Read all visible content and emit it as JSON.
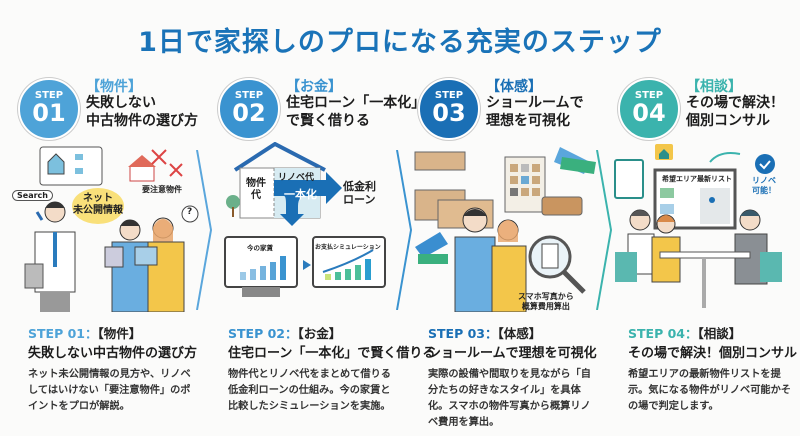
{
  "title": "1日で家探しのプロになる充実のステップ",
  "colors": {
    "title": "#1a73b8",
    "step1": "#4ea3d8",
    "step2": "#3a93d0",
    "step3": "#1a6fb5",
    "step4": "#3bb3ad"
  },
  "steps": [
    {
      "step": "STEP",
      "num": "01",
      "category": "【物件】",
      "heading_line1": "失敗しない",
      "heading_line2": "中古物件の選び方",
      "summary_label": "STEP 01：",
      "summary_heading": "失敗しない中古物件の選び方",
      "description": "ネット未公開情報の見方や、リノベしてはいけない「要注意物件」のポイントをプロが解説。",
      "illus": {
        "search": "Search",
        "bubble_line1": "ネット",
        "bubble_line2": "未公開情報",
        "warning": "要注意物件",
        "question": "?"
      }
    },
    {
      "step": "STEP",
      "num": "02",
      "category": "【お金】",
      "heading_line1": "住宅ローン「一本化」",
      "heading_line2": "で賢く借りる",
      "summary_label": "STEP 02：",
      "summary_heading": "住宅ローン「一本化」で賢く借りる",
      "description": "物件代とリノベ代をまとめて借りる低金利ローンの仕組み。今の家賃と比較したシミュレーションを実施。",
      "illus": {
        "property_line1": "物件",
        "property_line2": "代",
        "renovation": "リノベ代",
        "unify": "一本化",
        "loan_line1": "低金利",
        "loan_line2": "ローン",
        "rent": "今の家賃",
        "simulation": "お支払シミュレーション"
      }
    },
    {
      "step": "STEP",
      "num": "03",
      "category": "【体感】",
      "heading_line1": "ショールームで",
      "heading_line2": "理想を可視化",
      "summary_label": "STEP 03：",
      "summary_heading": "ショールームで理想を可視化",
      "description": "実際の設備や間取りを見ながら「自分たちの好きなスタイル」を具体化。スマホの物件写真から概算リノベ費用を算出。",
      "illus": {
        "phone_line1": "スマホ写真から",
        "phone_line2": "概算費用算出"
      }
    },
    {
      "step": "STEP",
      "num": "04",
      "category": "【相談】",
      "heading_line1": "その場で解決！",
      "heading_line2": "個別コンサル",
      "summary_label": "STEP 04：",
      "summary_heading": "その場で解決！個別コンサル",
      "description": "希望エリアの最新物件リストを提示。気になる物件がリノベ可能かその場で判定します。",
      "illus": {
        "screen": "希望エリア最新リスト",
        "badge_line1": "リノベ",
        "badge_line2": "可能！"
      }
    }
  ]
}
